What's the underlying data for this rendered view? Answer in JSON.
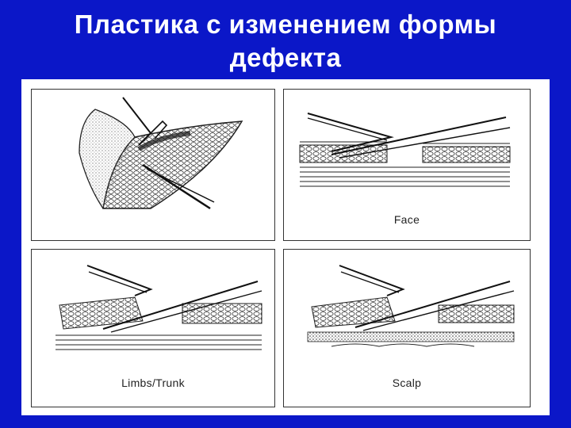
{
  "slide": {
    "title_line1": "Пластика с изменением формы",
    "title_line2": "дефекта"
  },
  "panels": {
    "top_left": {
      "caption": ""
    },
    "top_right": {
      "caption": "Face"
    },
    "bottom_left": {
      "caption": "Limbs/Trunk"
    },
    "bottom_right": {
      "caption": "Scalp"
    }
  },
  "colors": {
    "background": "#0b17c8",
    "title_text": "#ffffff",
    "ink": "#222222"
  }
}
